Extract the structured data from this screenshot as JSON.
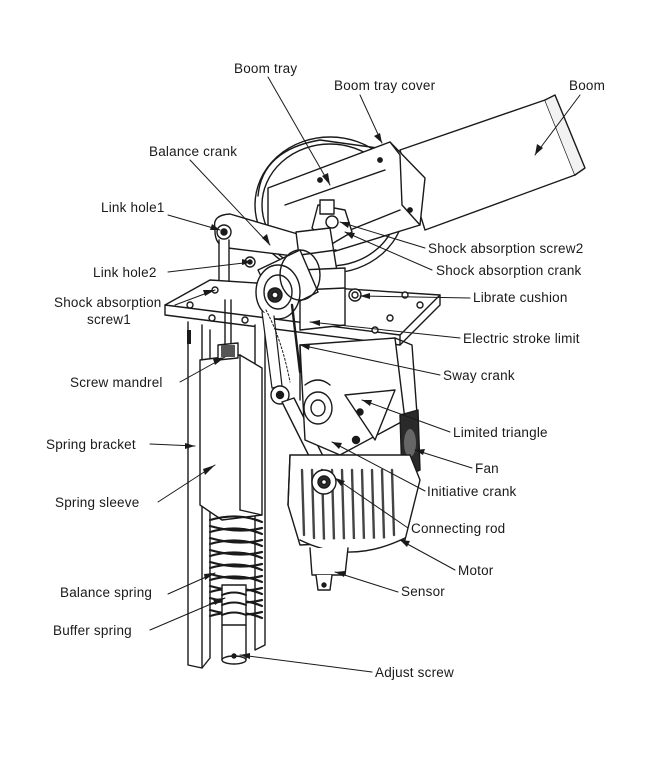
{
  "figure": {
    "labels": {
      "boom_tray": "Boom tray",
      "boom_tray_cover": "Boom tray cover",
      "boom": "Boom",
      "balance_crank": "Balance crank",
      "link_hole1": "Link hole1",
      "link_hole2": "Link hole2",
      "shock_absorption_screw1_line1": "Shock absorption",
      "shock_absorption_screw1_line2": "screw1",
      "screw_mandrel": "Screw mandrel",
      "spring_bracket": "Spring bracket",
      "spring_sleeve": "Spring sleeve",
      "balance_spring": "Balance spring",
      "buffer_spring": "Buffer spring",
      "shock_absorption_screw2": "Shock absorption screw2",
      "shock_absorption_crank": "Shock absorption crank",
      "librate_cushion": "Librate cushion",
      "electric_stroke_limit": "Electric stroke limit",
      "sway_crank": "Sway crank",
      "limited_triangle": "Limited triangle",
      "fan": "Fan",
      "initiative_crank": "Initiative crank",
      "connecting_rod": "Connecting rod",
      "motor": "Motor",
      "sensor": "Sensor",
      "adjust_screw": "Adjust screw"
    },
    "colors": {
      "ink": "#1a1a1a",
      "fill": "#ffffff",
      "shade": "#6e6e6e",
      "dark": "#2a2a2a"
    }
  }
}
